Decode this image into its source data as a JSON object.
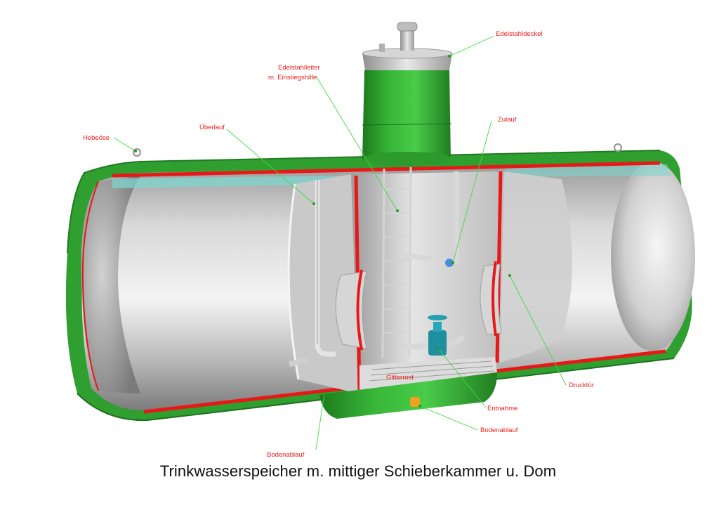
{
  "labels": {
    "edelstahldeckel": "Edelstahldeckel",
    "leiter_line1": "Edelstahlleiter",
    "leiter_line2": "m. Einstiegshilfe",
    "zulauf": "Zulauf",
    "ueberlauf": "Überlauf",
    "hebeoese": "Hebeöse",
    "gitterrost": "Gitterrost",
    "drucktuer": "Drucktür",
    "entnahme": "Entnahme",
    "bodenablauf_right": "Bodenablauf",
    "bodenablauf_left": "Bodenablauf"
  },
  "caption": "Trinkwasserspeicher m. mittiger Schieberkammer u. Dom",
  "colors": {
    "shell_green": "#2fa82f",
    "cut_red": "#e81818",
    "steel_light": "#e6e6e6",
    "steel_dark": "#8a8a8a",
    "water_teal": "#6fd0c8",
    "label_red": "#e8201c",
    "leader_green": "#3ddc3d",
    "valve_teal": "#1f8fa0",
    "drain_orange": "#f0a020"
  }
}
